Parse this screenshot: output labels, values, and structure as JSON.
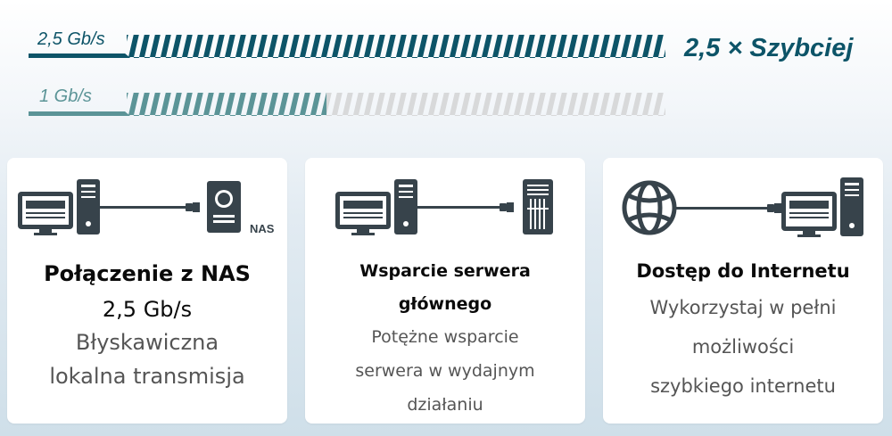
{
  "speed_comparison": {
    "fast": {
      "label": "2,5 Gb/s",
      "color": "#0d5468",
      "fill_ratio": 1.0
    },
    "slow": {
      "label": "1 Gb/s",
      "color": "#5b9497",
      "empty_color": "#d8d9da",
      "fill_ratio": 0.4
    },
    "headline": "2,5 × Szybciej"
  },
  "cards": [
    {
      "icons": [
        "desktop-pc-icon",
        "cable-icon",
        "nas-icon"
      ],
      "device_label": "NAS",
      "title_lines": [
        "Połączenie z NAS",
        "2,5 Gb/s"
      ],
      "desc_lines": [
        "Błyskawiczna",
        "lokalna transmisja"
      ]
    },
    {
      "icons": [
        "desktop-pc-icon",
        "cable-icon",
        "server-icon"
      ],
      "title_lines": [
        "Wsparcie serwera",
        "głównego"
      ],
      "desc_lines": [
        "Potężne wsparcie",
        "serwera w wydajnym",
        "działaniu"
      ]
    },
    {
      "icons": [
        "globe-icon",
        "cable-icon",
        "desktop-pc-icon"
      ],
      "title_lines": [
        "Dostęp do Internetu"
      ],
      "desc_lines": [
        "Wykorzystaj w pełni",
        "możliwości",
        "szybkiego internetu"
      ]
    }
  ],
  "colors": {
    "icon": "#37434b",
    "title": "#0a0a0a",
    "desc": "#555555"
  }
}
